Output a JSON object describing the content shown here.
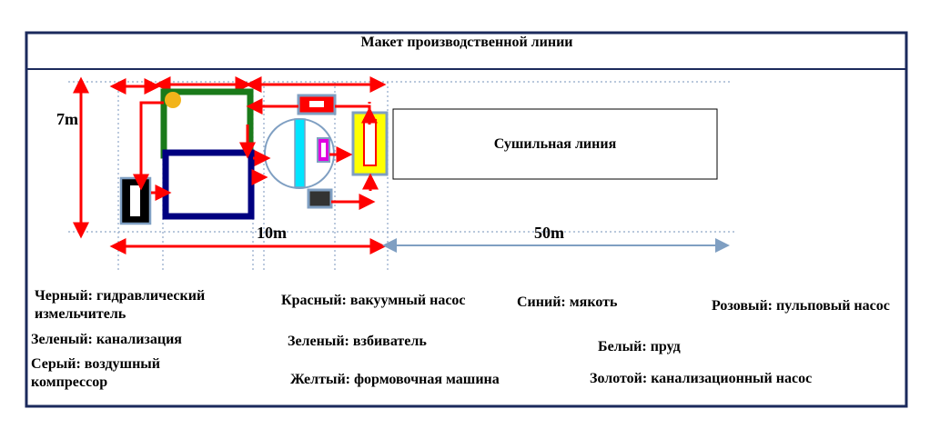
{
  "title": "Макет производственной линии",
  "dimensions": {
    "height": "7m",
    "width_equipment": "10m",
    "width_drying": "50m"
  },
  "drying_line": "Сушильная линия",
  "legend": {
    "black": "Черный: гидравлический измельчитель",
    "green_sewer": "Зеленый: канализация",
    "gray": "Серый: воздушный компрессор",
    "red": "Красный: вакуумный насос",
    "green_beater": "Зеленый: взбиватель",
    "yellow": "Желтый: формовочная машина",
    "blue": "Синий: мякоть",
    "white": "Белый: пруд",
    "gold": "Золотой: канализационный насос",
    "pink": "Розовый: пульповый насос"
  },
  "colors": {
    "frame": "#1b2a5c",
    "grid": "#8fa7c8",
    "arrow": "#ff0000",
    "pond_border": "#000066",
    "green": "#1a7a1a",
    "pulp": "#000080",
    "gold": "#f2b41a",
    "yellow": "#ffff00",
    "cyan": "#00e5ff",
    "magenta": "#e000e0",
    "equip_border": "#7f9fc2",
    "dim_arrow": "#7f9fc2"
  }
}
